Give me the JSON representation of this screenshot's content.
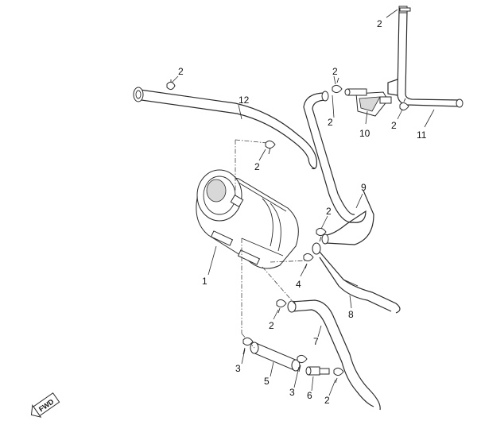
{
  "diagram": {
    "callouts": {
      "c1": "1",
      "c2a": "2",
      "c2b": "2",
      "c2c": "2",
      "c2d": "2",
      "c2e": "2",
      "c2f": "2",
      "c2g": "2",
      "c2h": "2",
      "c3a": "3",
      "c3b": "3",
      "c4": "4",
      "c5": "5",
      "c6": "6",
      "c7": "7",
      "c8": "8",
      "c9": "9",
      "c10": "10",
      "c11": "11",
      "c12": "12"
    },
    "fwd_badge": "FWD"
  }
}
